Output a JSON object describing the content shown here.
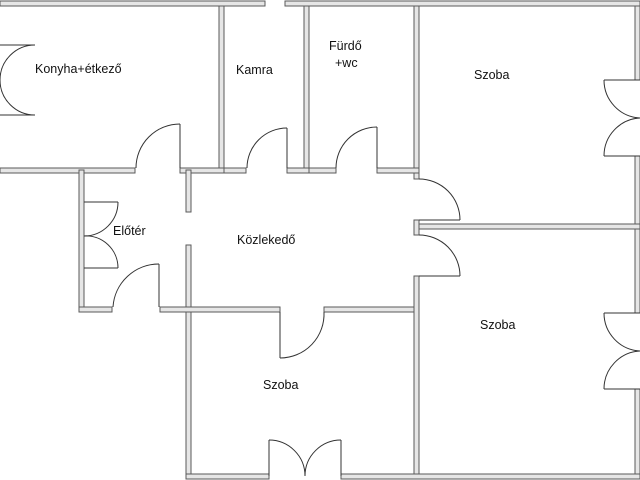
{
  "floorplan": {
    "rooms": {
      "kitchen": {
        "label": "Konyha+étkező"
      },
      "pantry": {
        "label": "Kamra"
      },
      "bathroom": {
        "label_line1": "Fürdő",
        "label_line2": "+wc"
      },
      "room_ne": {
        "label": "Szoba"
      },
      "room_e": {
        "label": "Szoba"
      },
      "room_s": {
        "label": "Szoba"
      },
      "entry": {
        "label": "Előtér"
      },
      "hallway": {
        "label": "Közlekedő"
      }
    },
    "colors": {
      "wall_fill": "#e6e6e6",
      "wall_stroke": "#5a5a5a",
      "door_stroke": "#333333",
      "background": "#ffffff"
    }
  }
}
